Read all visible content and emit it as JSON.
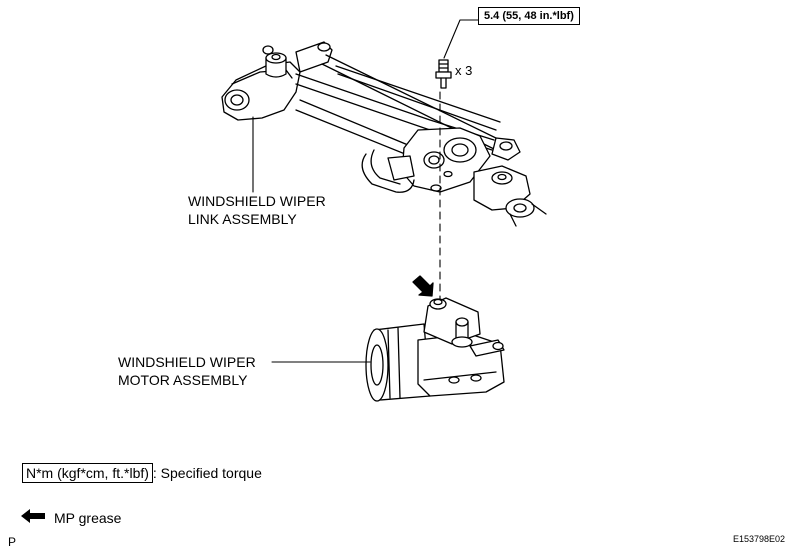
{
  "torque_spec": "5.4 (55, 48 in.*lbf)",
  "bolt_count": "x 3",
  "labels": {
    "link_assembly": [
      "WINDSHIELD WIPER",
      "LINK ASSEMBLY"
    ],
    "motor_assembly": [
      "WINDSHIELD WIPER",
      "MOTOR ASSEMBLY"
    ]
  },
  "legend": {
    "torque_units": "N*m (kgf*cm, ft.*lbf)",
    "torque_text": ": Specified torque",
    "grease_text": "MP grease"
  },
  "icons": [
    "bolt-icon",
    "grease-arrow-icon"
  ],
  "footer": {
    "page_code": "P",
    "figure_id": "E153798E02"
  }
}
